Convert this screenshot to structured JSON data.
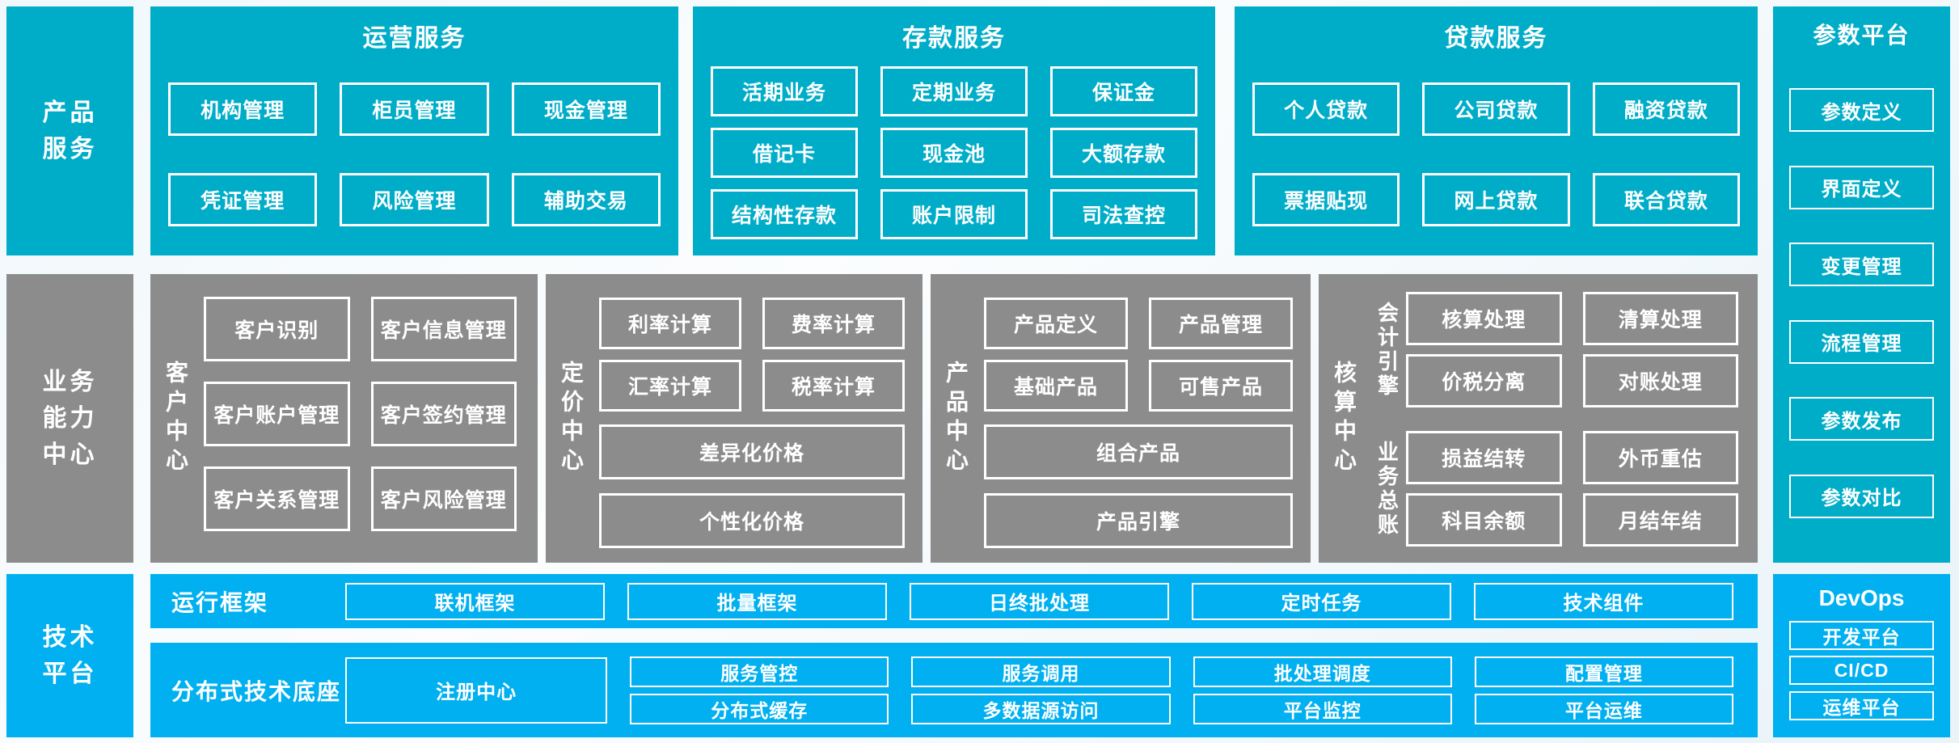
{
  "colors": {
    "teal": "#00ADC8",
    "gray": "#8C8C8C",
    "bright_blue": "#00B0F0",
    "box_border": "#FFFFFF",
    "text": "#FFFFFF",
    "page_background": "#EDF6FA"
  },
  "left_rail": {
    "product": "产品服务",
    "capability": "业务能力中心",
    "technology": "技术平台"
  },
  "product_sections": [
    {
      "title": "运营服务",
      "rows": [
        [
          "机构管理",
          "柜员管理",
          "现金管理"
        ],
        [
          "凭证管理",
          "风险管理",
          "辅助交易"
        ]
      ]
    },
    {
      "title": "存款服务",
      "rows": [
        [
          "活期业务",
          "定期业务",
          "保证金"
        ],
        [
          "借记卡",
          "现金池",
          "大额存款"
        ],
        [
          "结构性存款",
          "账户限制",
          "司法查控"
        ]
      ]
    },
    {
      "title": "贷款服务",
      "rows": [
        [
          "个人贷款",
          "公司贷款",
          "融资贷款"
        ],
        [
          "票据贴现",
          "网上贷款",
          "联合贷款"
        ]
      ]
    }
  ],
  "capability_sections": {
    "customer": {
      "label": "客户中心",
      "rows": [
        [
          "客户识别",
          "客户信息管理"
        ],
        [
          "客户账户管理",
          "客户签约管理"
        ],
        [
          "客户关系管理",
          "客户风险管理"
        ]
      ]
    },
    "pricing": {
      "label": "定价中心",
      "rows": [
        [
          "利率计算",
          "费率计算"
        ],
        [
          "汇率计算",
          "税率计算"
        ]
      ],
      "bars": [
        "差异化价格",
        "个性化价格"
      ]
    },
    "product": {
      "label": "产品中心",
      "rows": [
        [
          "产品定义",
          "产品管理"
        ],
        [
          "基础产品",
          "可售产品"
        ]
      ],
      "bars": [
        "组合产品",
        "产品引擎"
      ]
    },
    "accounting": {
      "label": "核算中心",
      "groups": [
        {
          "label": "会计引擎",
          "rows": [
            [
              "核算处理",
              "清算处理"
            ],
            [
              "价税分离",
              "对账处理"
            ]
          ]
        },
        {
          "label": "业务总账",
          "rows": [
            [
              "损益结转",
              "外币重估"
            ],
            [
              "科目余额",
              "月结年结"
            ]
          ]
        }
      ]
    }
  },
  "parameter_platform": {
    "title": "参数平台",
    "items": [
      "参数定义",
      "界面定义",
      "变更管理",
      "流程管理",
      "参数发布",
      "参数对比"
    ]
  },
  "runtime_framework": {
    "label": "运行框架",
    "items": [
      "联机框架",
      "批量框架",
      "日终批处理",
      "定时任务",
      "技术组件"
    ]
  },
  "distributed_base": {
    "label": "分布式技术底座",
    "register_center": "注册中心",
    "columns": [
      [
        "服务管控",
        "分布式缓存"
      ],
      [
        "服务调用",
        "多数据源访问"
      ],
      [
        "批处理调度",
        "平台监控"
      ],
      [
        "配置管理",
        "平台运维"
      ]
    ]
  },
  "devops": {
    "title": "DevOps",
    "items": [
      "开发平台",
      "CI/CD",
      "运维平台"
    ]
  }
}
